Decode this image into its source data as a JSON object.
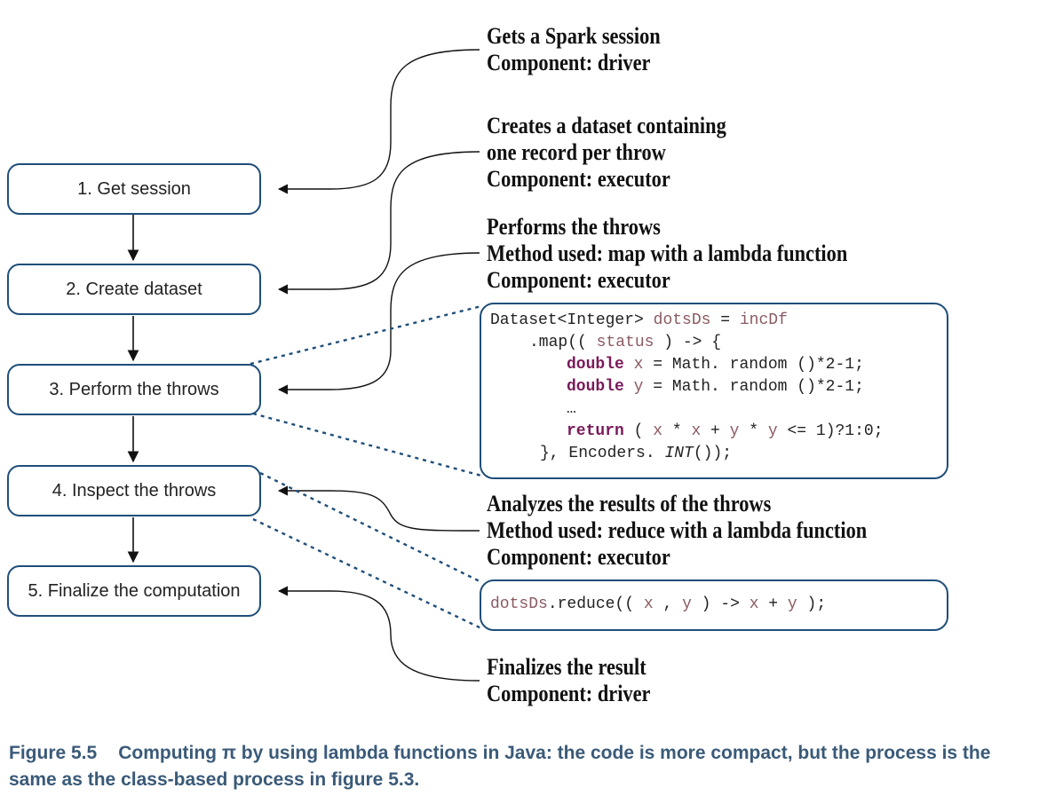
{
  "steps": [
    {
      "label": "1. Get session"
    },
    {
      "label": "2. Create dataset"
    },
    {
      "label": "3. Perform the throws"
    },
    {
      "label": "4. Inspect the throws"
    },
    {
      "label": "5. Finalize the computation"
    }
  ],
  "annotations": {
    "session": [
      "Gets a Spark session",
      "Component: driver"
    ],
    "dataset": [
      "Creates a dataset containing",
      "one record per throw",
      "Component: executor"
    ],
    "throws": [
      "Performs the throws",
      "Method used: map with a lambda function",
      "Component: executor"
    ],
    "analyze": [
      "Analyzes the results of the throws",
      "Method used: reduce with a lambda function",
      "Component: executor"
    ],
    "finalize": [
      "Finalizes the result",
      "Component: driver"
    ]
  },
  "code_map": {
    "l1_a": "Dataset<Integer> ",
    "l1_b": "dotsDs",
    "l1_c": " = ",
    "l1_d": "incDf",
    "l2_a": ".map(( ",
    "l2_b": "status",
    "l2_c": " ) -> {",
    "l3_a": "double",
    "l3_b": " ",
    "l3_c": "x",
    "l3_d": " = Math. random ()*2-1;",
    "l4_a": "double",
    "l4_b": " ",
    "l4_c": "y",
    "l4_d": " = Math. random ()*2-1;",
    "l5": "…",
    "l6_a": "return",
    "l6_b": " ( ",
    "l6_c": "x",
    "l6_d": " * ",
    "l6_e": "x",
    "l6_f": " + ",
    "l6_g": "y",
    "l6_h": " * ",
    "l6_i": "y",
    "l6_j": " <= 1)?1:0;",
    "l7_a": "}, Encoders. ",
    "l7_b": "INT",
    "l7_c": "());"
  },
  "code_reduce": {
    "a": "dotsDs",
    "b": ".reduce(( ",
    "c": "x",
    "d": " , ",
    "e": "y",
    "f": " ) -> ",
    "g": "x",
    "h": " + ",
    "i": "y",
    "j": " );"
  },
  "caption": {
    "figure": "Figure 5.5",
    "text": "Computing π by using lambda functions in Java: the code is more compact, but the process is the same as the class-based process in figure 5.3."
  },
  "colors": {
    "box_border": "#1f4e79",
    "keyword": "#7a1a5a",
    "variable": "#8b5a62",
    "caption": "#3a5a78"
  }
}
